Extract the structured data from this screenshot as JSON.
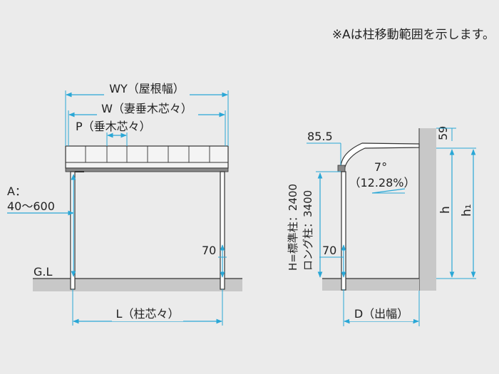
{
  "note": "※Aは柱移動範囲を示します。",
  "front_view": {
    "wy_label": "WY（屋根幅）",
    "w_label": "W（妻垂木芯々）",
    "p_label": "P（垂木芯々）",
    "a_label_line1": "A：",
    "a_label_line2": "40〜600",
    "gl_label": "G.L",
    "dim_70": "70",
    "l_label": "L（柱芯々）"
  },
  "side_view": {
    "dim_85_5": "85.5",
    "angle_deg": "7°",
    "angle_pct": "（12.28%）",
    "dim_59": "59",
    "h_label": "h",
    "h1_label": "h₁",
    "height_line1": "H=標準柱：2400",
    "height_line2": "ロング柱：3400",
    "dim_70": "70",
    "d_label": "D（出幅）"
  },
  "colors": {
    "dimension": "#2aa7d6",
    "structure": "#333333",
    "ground": "#c8c8c8",
    "background": "#ebebeb"
  }
}
